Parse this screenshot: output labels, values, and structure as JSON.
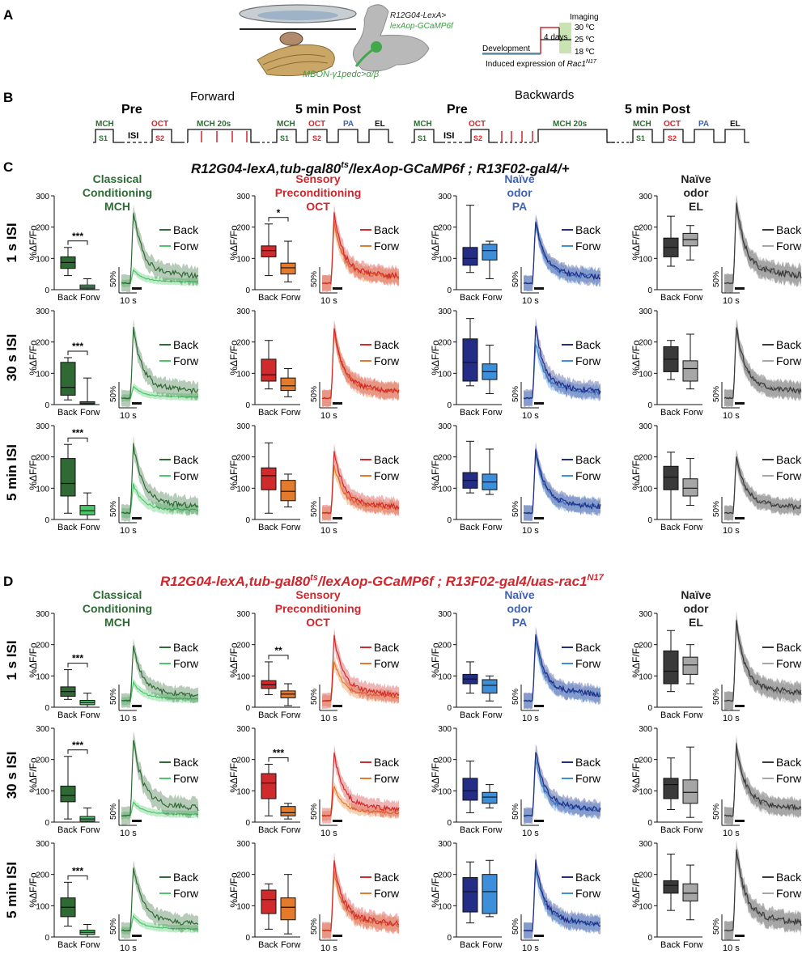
{
  "panel_a": {
    "letter": "A",
    "driver_line1": "R12G04-LexA>",
    "driver_line2": "lexAop-GCaMP6f",
    "neuron": "MBON-γ1pedc>α/β",
    "timeline": {
      "imaging": "Imaging",
      "t30": "30 ºC",
      "t25": "25 ºC",
      "t18": "18 ºC",
      "days": "4 days",
      "development": "Development",
      "induced_prefix": "Induced expression of ",
      "induced_gene": "Rac1",
      "induced_sup": "N17"
    }
  },
  "panel_b": {
    "letter": "B",
    "forward": {
      "title": "Forward",
      "pre": "Pre",
      "post": "5 min Post",
      "mch": "MCH",
      "s1": "S1",
      "isi": "ISI",
      "oct": "OCT",
      "s2": "S2",
      "mch20": "MCH 20s",
      "pa": "PA",
      "el": "EL"
    },
    "backwards": {
      "title": "Backwards",
      "pre": "Pre",
      "post": "5 min Post",
      "mch": "MCH",
      "s1": "S1",
      "isi": "ISI",
      "oct": "OCT",
      "s2": "S2",
      "mch20": "MCH 20s",
      "pa": "PA",
      "el": "EL"
    }
  },
  "panel_c": {
    "letter": "C",
    "genotype_a": "R12G04-lexA,tub-gal80",
    "genotype_sup": "ts",
    "genotype_b": "/lexAop-GCaMP6f ; R13F02-gal4/+"
  },
  "panel_d": {
    "letter": "D",
    "genotype_a": "R12G04-lexA,tub-gal80",
    "genotype_sup": "ts",
    "genotype_b": "/lexAop-GCaMP6f ; R13F02-gal4/uas-rac1",
    "genotype_sup2": "N17"
  },
  "headers": [
    {
      "line1": "Classical",
      "line2": "Conditioning",
      "line3": "MCH",
      "color": "#2e6b34"
    },
    {
      "line1": "Sensory",
      "line2": "Preconditioning",
      "line3": "OCT",
      "color": "#d0262c"
    },
    {
      "line1": "Naïve",
      "line2": "odor",
      "line3": "PA",
      "color": "#3f62b4"
    },
    {
      "line1": "Naïve",
      "line2": "odor",
      "line3": "EL",
      "color": "#222222"
    }
  ],
  "labels": {
    "y_label": "%ΔF/Fo",
    "back": "Back",
    "forw": "Forw",
    "scale_y": "50%",
    "scale_x": "10 s",
    "row_labels": [
      "1 s ISI",
      "30 s ISI",
      "5 min ISI"
    ]
  },
  "colors": {
    "mch_back": "#2f6a35",
    "mch_forw": "#4cc66a",
    "oct_back": "#d02a2c",
    "oct_forw": "#e47b2c",
    "pa_back": "#232d86",
    "pa_forw": "#3c8fd8",
    "el_back": "#3a3a3a",
    "el_forw": "#a6a6a6",
    "genotype_d": "#d0262c"
  },
  "chart_data": [
    {
      "type": "box",
      "title": "C · MCH · 1 s ISI",
      "ylabel": "%ΔF/Fo",
      "ylim": [
        0,
        300
      ],
      "yticks": [
        0,
        100,
        200,
        300
      ],
      "categories": [
        "Back",
        "Forw"
      ],
      "sig": "***",
      "boxes": [
        {
          "min": 45,
          "q1": 68,
          "median": 87,
          "q3": 105,
          "max": 135
        },
        {
          "min": 0,
          "q1": 3,
          "median": 8,
          "q3": 15,
          "max": 35
        }
      ],
      "trace_peaks": {
        "back": 215,
        "forw": 40
      }
    },
    {
      "type": "box",
      "title": "C · OCT · 1 s ISI",
      "ylabel": "%ΔF/Fo",
      "ylim": [
        0,
        300
      ],
      "yticks": [
        0,
        100,
        200,
        300
      ],
      "categories": [
        "Back",
        "Forw"
      ],
      "sig": "*",
      "boxes": [
        {
          "min": 45,
          "q1": 105,
          "median": 125,
          "q3": 140,
          "max": 210
        },
        {
          "min": 25,
          "q1": 50,
          "median": 70,
          "q3": 85,
          "max": 155
        }
      ],
      "trace_peaks": {
        "back": 210,
        "forw": 180
      }
    },
    {
      "type": "box",
      "title": "C · PA · 1 s ISI",
      "ylabel": "%ΔF/Fo",
      "ylim": [
        0,
        300
      ],
      "yticks": [
        0,
        100,
        200,
        300
      ],
      "categories": [
        "Back",
        "Forw"
      ],
      "sig": "",
      "boxes": [
        {
          "min": 55,
          "q1": 78,
          "median": 100,
          "q3": 135,
          "max": 270
        },
        {
          "min": 35,
          "q1": 95,
          "median": 125,
          "q3": 145,
          "max": 155
        }
      ],
      "trace_peaks": {
        "back": 190,
        "forw": 180
      }
    },
    {
      "type": "box",
      "title": "C · EL · 1 s ISI",
      "ylabel": "%ΔF/Fo",
      "ylim": [
        0,
        300
      ],
      "yticks": [
        0,
        100,
        200,
        300
      ],
      "categories": [
        "Back",
        "Forw"
      ],
      "sig": "",
      "boxes": [
        {
          "min": 75,
          "q1": 105,
          "median": 135,
          "q3": 165,
          "max": 235
        },
        {
          "min": 95,
          "q1": 140,
          "median": 160,
          "q3": 180,
          "max": 205
        }
      ],
      "trace_peaks": {
        "back": 240,
        "forw": 230
      }
    },
    {
      "type": "box",
      "title": "C · MCH · 30 s ISI",
      "ylabel": "%ΔF/Fo",
      "ylim": [
        0,
        300
      ],
      "yticks": [
        0,
        100,
        200,
        300
      ],
      "categories": [
        "Back",
        "Forw"
      ],
      "sig": "***",
      "boxes": [
        {
          "min": 15,
          "q1": 30,
          "median": 55,
          "q3": 135,
          "max": 150
        },
        {
          "min": 0,
          "q1": 2,
          "median": 5,
          "q3": 9,
          "max": 85
        }
      ],
      "trace_peaks": {
        "back": 205,
        "forw": 35
      }
    },
    {
      "type": "box",
      "title": "C · OCT · 30 s ISI",
      "ylabel": "%ΔF/Fo",
      "ylim": [
        0,
        300
      ],
      "yticks": [
        0,
        100,
        200,
        300
      ],
      "categories": [
        "Back",
        "Forw"
      ],
      "sig": "",
      "boxes": [
        {
          "min": 50,
          "q1": 75,
          "median": 95,
          "q3": 145,
          "max": 205
        },
        {
          "min": 25,
          "q1": 45,
          "median": 60,
          "q3": 85,
          "max": 115
        }
      ],
      "trace_peaks": {
        "back": 210,
        "forw": 200
      }
    },
    {
      "type": "box",
      "title": "C · PA · 30 s ISI",
      "ylabel": "%ΔF/Fo",
      "ylim": [
        0,
        300
      ],
      "yticks": [
        0,
        100,
        200,
        300
      ],
      "categories": [
        "Back",
        "Forw"
      ],
      "sig": "",
      "boxes": [
        {
          "min": 60,
          "q1": 75,
          "median": 135,
          "q3": 210,
          "max": 275
        },
        {
          "min": 35,
          "q1": 80,
          "median": 105,
          "q3": 130,
          "max": 190
        }
      ],
      "trace_peaks": {
        "back": 210,
        "forw": 165
      }
    },
    {
      "type": "box",
      "title": "C · EL · 30 s ISI",
      "ylabel": "%ΔF/Fo",
      "ylim": [
        0,
        300
      ],
      "yticks": [
        0,
        100,
        200,
        300
      ],
      "categories": [
        "Back",
        "Forw"
      ],
      "sig": "",
      "boxes": [
        {
          "min": 80,
          "q1": 105,
          "median": 145,
          "q3": 185,
          "max": 205
        },
        {
          "min": 50,
          "q1": 75,
          "median": 115,
          "q3": 140,
          "max": 225
        }
      ],
      "trace_peaks": {
        "back": 215,
        "forw": 200
      }
    },
    {
      "type": "box",
      "title": "C · MCH · 5 min ISI",
      "ylabel": "%ΔF/Fo",
      "ylim": [
        0,
        300
      ],
      "yticks": [
        0,
        100,
        200,
        300
      ],
      "categories": [
        "Back",
        "Forw"
      ],
      "sig": "***",
      "boxes": [
        {
          "min": 20,
          "q1": 75,
          "median": 115,
          "q3": 195,
          "max": 240
        },
        {
          "min": 0,
          "q1": 15,
          "median": 28,
          "q3": 45,
          "max": 85
        }
      ],
      "trace_peaks": {
        "back": 205,
        "forw": 85
      }
    },
    {
      "type": "box",
      "title": "C · OCT · 5 min ISI",
      "ylabel": "%ΔF/Fo",
      "ylim": [
        0,
        300
      ],
      "yticks": [
        0,
        100,
        200,
        300
      ],
      "categories": [
        "Back",
        "Forw"
      ],
      "sig": "",
      "boxes": [
        {
          "min": 20,
          "q1": 95,
          "median": 140,
          "q3": 165,
          "max": 245
        },
        {
          "min": 40,
          "q1": 60,
          "median": 90,
          "q3": 125,
          "max": 145
        }
      ],
      "trace_peaks": {
        "back": 190,
        "forw": 145
      }
    },
    {
      "type": "box",
      "title": "C · PA · 5 min ISI",
      "ylabel": "%ΔF/Fo",
      "ylim": [
        0,
        300
      ],
      "yticks": [
        0,
        100,
        200,
        300
      ],
      "categories": [
        "Back",
        "Forw"
      ],
      "sig": "",
      "boxes": [
        {
          "min": 85,
          "q1": 100,
          "median": 125,
          "q3": 150,
          "max": 250
        },
        {
          "min": 80,
          "q1": 95,
          "median": 120,
          "q3": 145,
          "max": 225
        }
      ],
      "trace_peaks": {
        "back": 190,
        "forw": 180
      }
    },
    {
      "type": "box",
      "title": "C · EL · 5 min ISI",
      "ylabel": "%ΔF/Fo",
      "ylim": [
        0,
        300
      ],
      "yticks": [
        0,
        100,
        200,
        300
      ],
      "categories": [
        "Back",
        "Forw"
      ],
      "sig": "",
      "boxes": [
        {
          "min": 0,
          "q1": 95,
          "median": 135,
          "q3": 170,
          "max": 215
        },
        {
          "min": 45,
          "q1": 75,
          "median": 100,
          "q3": 130,
          "max": 195
        }
      ],
      "trace_peaks": {
        "back": 175,
        "forw": 160
      }
    },
    {
      "type": "box",
      "title": "D · MCH · 1 s ISI",
      "ylabel": "%ΔF/Fo",
      "ylim": [
        0,
        300
      ],
      "yticks": [
        0,
        100,
        200,
        300
      ],
      "categories": [
        "Back",
        "Forw"
      ],
      "sig": "***",
      "boxes": [
        {
          "min": 25,
          "q1": 35,
          "median": 50,
          "q3": 65,
          "max": 120
        },
        {
          "min": 0,
          "q1": 8,
          "median": 15,
          "q3": 22,
          "max": 45
        }
      ],
      "trace_peaks": {
        "back": 165,
        "forw": 55
      }
    },
    {
      "type": "box",
      "title": "D · OCT · 1 s ISI",
      "ylabel": "%ΔF/Fo",
      "ylim": [
        0,
        300
      ],
      "yticks": [
        0,
        100,
        200,
        300
      ],
      "categories": [
        "Back",
        "Forw"
      ],
      "sig": "**",
      "boxes": [
        {
          "min": 40,
          "q1": 60,
          "median": 72,
          "q3": 85,
          "max": 145
        },
        {
          "min": 5,
          "q1": 30,
          "median": 42,
          "q3": 52,
          "max": 75
        }
      ],
      "trace_peaks": {
        "back": 190,
        "forw": 120
      }
    },
    {
      "type": "box",
      "title": "D · PA · 1 s ISI",
      "ylabel": "%ΔF/Fo",
      "ylim": [
        0,
        300
      ],
      "yticks": [
        0,
        100,
        200,
        300
      ],
      "categories": [
        "Back",
        "Forw"
      ],
      "sig": "",
      "boxes": [
        {
          "min": 45,
          "q1": 75,
          "median": 90,
          "q3": 105,
          "max": 145
        },
        {
          "min": 20,
          "q1": 45,
          "median": 70,
          "q3": 88,
          "max": 100
        }
      ],
      "trace_peaks": {
        "back": 200,
        "forw": 175
      }
    },
    {
      "type": "box",
      "title": "D · EL · 1 s ISI",
      "ylabel": "%ΔF/Fo",
      "ylim": [
        0,
        300
      ],
      "yticks": [
        0,
        100,
        200,
        300
      ],
      "categories": [
        "Back",
        "Forw"
      ],
      "sig": "",
      "boxes": [
        {
          "min": 50,
          "q1": 75,
          "median": 115,
          "q3": 180,
          "max": 245
        },
        {
          "min": 75,
          "q1": 105,
          "median": 135,
          "q3": 160,
          "max": 200
        }
      ],
      "trace_peaks": {
        "back": 235,
        "forw": 230
      }
    },
    {
      "type": "box",
      "title": "D · MCH · 30 s ISI",
      "ylabel": "%ΔF/Fo",
      "ylim": [
        0,
        300
      ],
      "yticks": [
        0,
        100,
        200,
        300
      ],
      "categories": [
        "Back",
        "Forw"
      ],
      "sig": "***",
      "boxes": [
        {
          "min": 10,
          "q1": 65,
          "median": 85,
          "q3": 115,
          "max": 210
        },
        {
          "min": 0,
          "q1": 3,
          "median": 10,
          "q3": 18,
          "max": 45
        }
      ],
      "trace_peaks": {
        "back": 230,
        "forw": 40
      }
    },
    {
      "type": "box",
      "title": "D · OCT · 30 s ISI",
      "ylabel": "%ΔF/Fo",
      "ylim": [
        0,
        300
      ],
      "yticks": [
        0,
        100,
        200,
        300
      ],
      "categories": [
        "Back",
        "Forw"
      ],
      "sig": "***",
      "boxes": [
        {
          "min": 20,
          "q1": 75,
          "median": 125,
          "q3": 155,
          "max": 185
        },
        {
          "min": 10,
          "q1": 20,
          "median": 30,
          "q3": 50,
          "max": 60
        }
      ],
      "trace_peaks": {
        "back": 185,
        "forw": 85
      }
    },
    {
      "type": "box",
      "title": "D · PA · 30 s ISI",
      "ylabel": "%ΔF/Fo",
      "ylim": [
        0,
        300
      ],
      "yticks": [
        0,
        100,
        200,
        300
      ],
      "categories": [
        "Back",
        "Forw"
      ],
      "sig": "",
      "boxes": [
        {
          "min": 30,
          "q1": 70,
          "median": 100,
          "q3": 140,
          "max": 195
        },
        {
          "min": 45,
          "q1": 60,
          "median": 80,
          "q3": 95,
          "max": 120
        }
      ],
      "trace_peaks": {
        "back": 195,
        "forw": 165
      }
    },
    {
      "type": "box",
      "title": "D · EL · 30 s ISI",
      "ylabel": "%ΔF/Fo",
      "ylim": [
        0,
        300
      ],
      "yticks": [
        0,
        100,
        200,
        300
      ],
      "categories": [
        "Back",
        "Forw"
      ],
      "sig": "",
      "boxes": [
        {
          "min": 40,
          "q1": 75,
          "median": 120,
          "q3": 140,
          "max": 205
        },
        {
          "min": 15,
          "q1": 60,
          "median": 95,
          "q3": 135,
          "max": 240
        }
      ],
      "trace_peaks": {
        "back": 215,
        "forw": 205
      }
    },
    {
      "type": "box",
      "title": "D · MCH · 5 min ISI",
      "ylabel": "%ΔF/Fo",
      "ylim": [
        0,
        300
      ],
      "yticks": [
        0,
        100,
        200,
        300
      ],
      "categories": [
        "Back",
        "Forw"
      ],
      "sig": "***",
      "boxes": [
        {
          "min": 35,
          "q1": 65,
          "median": 95,
          "q3": 125,
          "max": 175
        },
        {
          "min": 0,
          "q1": 8,
          "median": 15,
          "q3": 22,
          "max": 40
        }
      ],
      "trace_peaks": {
        "back": 195,
        "forw": 45
      }
    },
    {
      "type": "box",
      "title": "D · OCT · 5 min ISI",
      "ylabel": "%ΔF/Fo",
      "ylim": [
        0,
        300
      ],
      "yticks": [
        0,
        100,
        200,
        300
      ],
      "categories": [
        "Back",
        "Forw"
      ],
      "sig": "",
      "boxes": [
        {
          "min": 25,
          "q1": 75,
          "median": 120,
          "q3": 150,
          "max": 170
        },
        {
          "min": 10,
          "q1": 55,
          "median": 95,
          "q3": 125,
          "max": 200
        }
      ],
      "trace_peaks": {
        "back": 210,
        "forw": 175
      }
    },
    {
      "type": "box",
      "title": "D · PA · 5 min ISI",
      "ylabel": "%ΔF/Fo",
      "ylim": [
        0,
        300
      ],
      "yticks": [
        0,
        100,
        200,
        300
      ],
      "categories": [
        "Back",
        "Forw"
      ],
      "sig": "",
      "boxes": [
        {
          "min": 45,
          "q1": 80,
          "median": 145,
          "q3": 190,
          "max": 240
        },
        {
          "min": 65,
          "q1": 75,
          "median": 145,
          "q3": 200,
          "max": 245
        }
      ],
      "trace_peaks": {
        "back": 205,
        "forw": 185
      }
    },
    {
      "type": "box",
      "title": "D · EL · 5 min ISI",
      "ylabel": "%ΔF/Fo",
      "ylim": [
        0,
        300
      ],
      "yticks": [
        0,
        100,
        200,
        300
      ],
      "categories": [
        "Back",
        "Forw"
      ],
      "sig": "",
      "boxes": [
        {
          "min": 85,
          "q1": 140,
          "median": 165,
          "q3": 180,
          "max": 265
        },
        {
          "min": 55,
          "q1": 115,
          "median": 140,
          "q3": 170,
          "max": 230
        }
      ],
      "trace_peaks": {
        "back": 245,
        "forw": 230
      }
    }
  ]
}
